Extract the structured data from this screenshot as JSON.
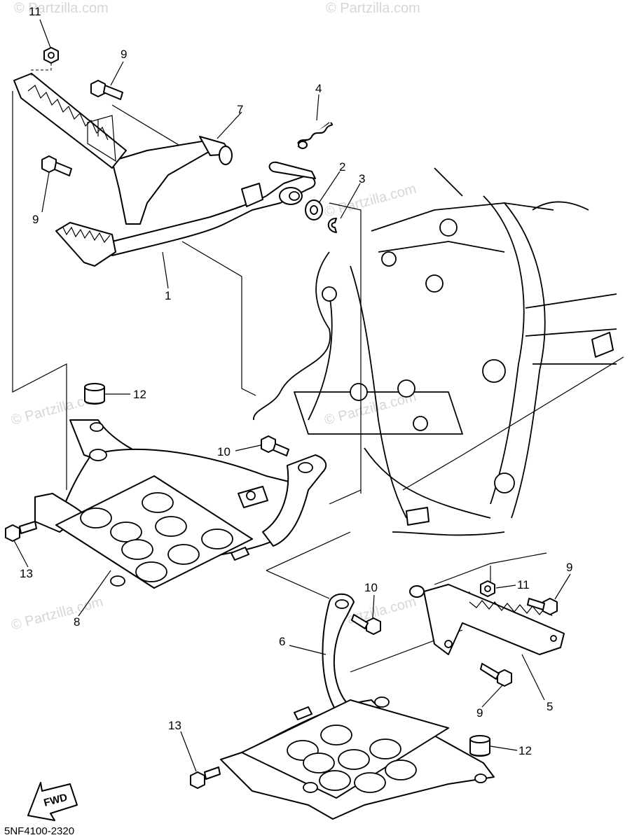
{
  "diagram": {
    "drawing_code": "5NF4100-2320",
    "watermark": "© Partzilla.com",
    "fwd_label": "FWD",
    "callouts": {
      "c1": "1",
      "c2": "2",
      "c3": "3",
      "c4": "4",
      "c5": "5",
      "c6": "6",
      "c7": "7",
      "c8": "8",
      "c9a": "9",
      "c9b": "9",
      "c9c": "9",
      "c9d": "9",
      "c10a": "10",
      "c10b": "10",
      "c11a": "11",
      "c11b": "11",
      "c12a": "12",
      "c12b": "12",
      "c13a": "13",
      "c13b": "13"
    }
  }
}
